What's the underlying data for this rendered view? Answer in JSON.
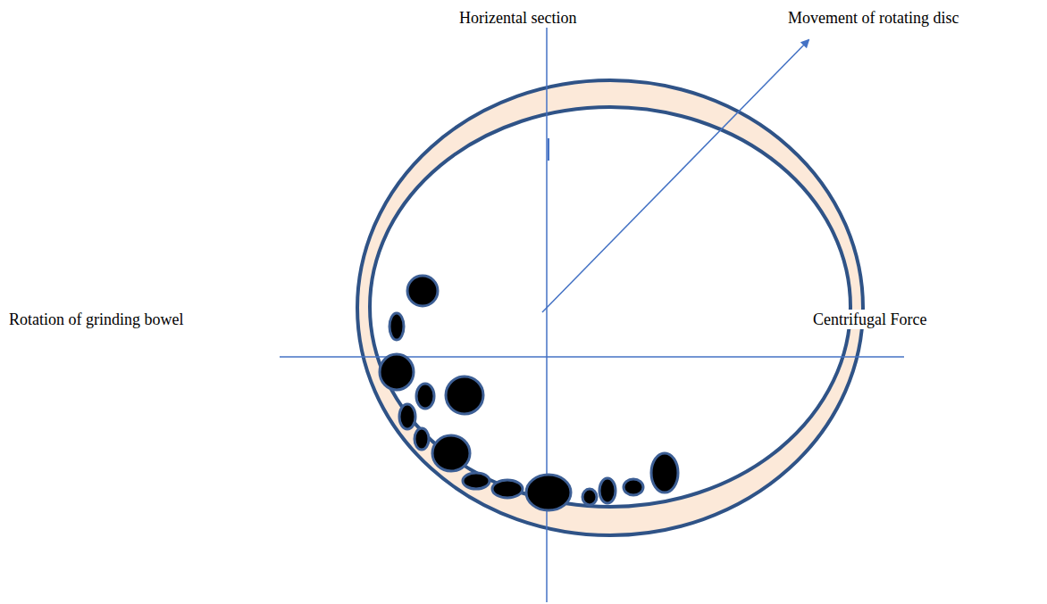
{
  "diagram": {
    "labels": [
      "Horizental section",
      "Movement of rotating disc",
      "Rotation of grinding bowel",
      "Centrifugal Force"
    ]
  }
}
